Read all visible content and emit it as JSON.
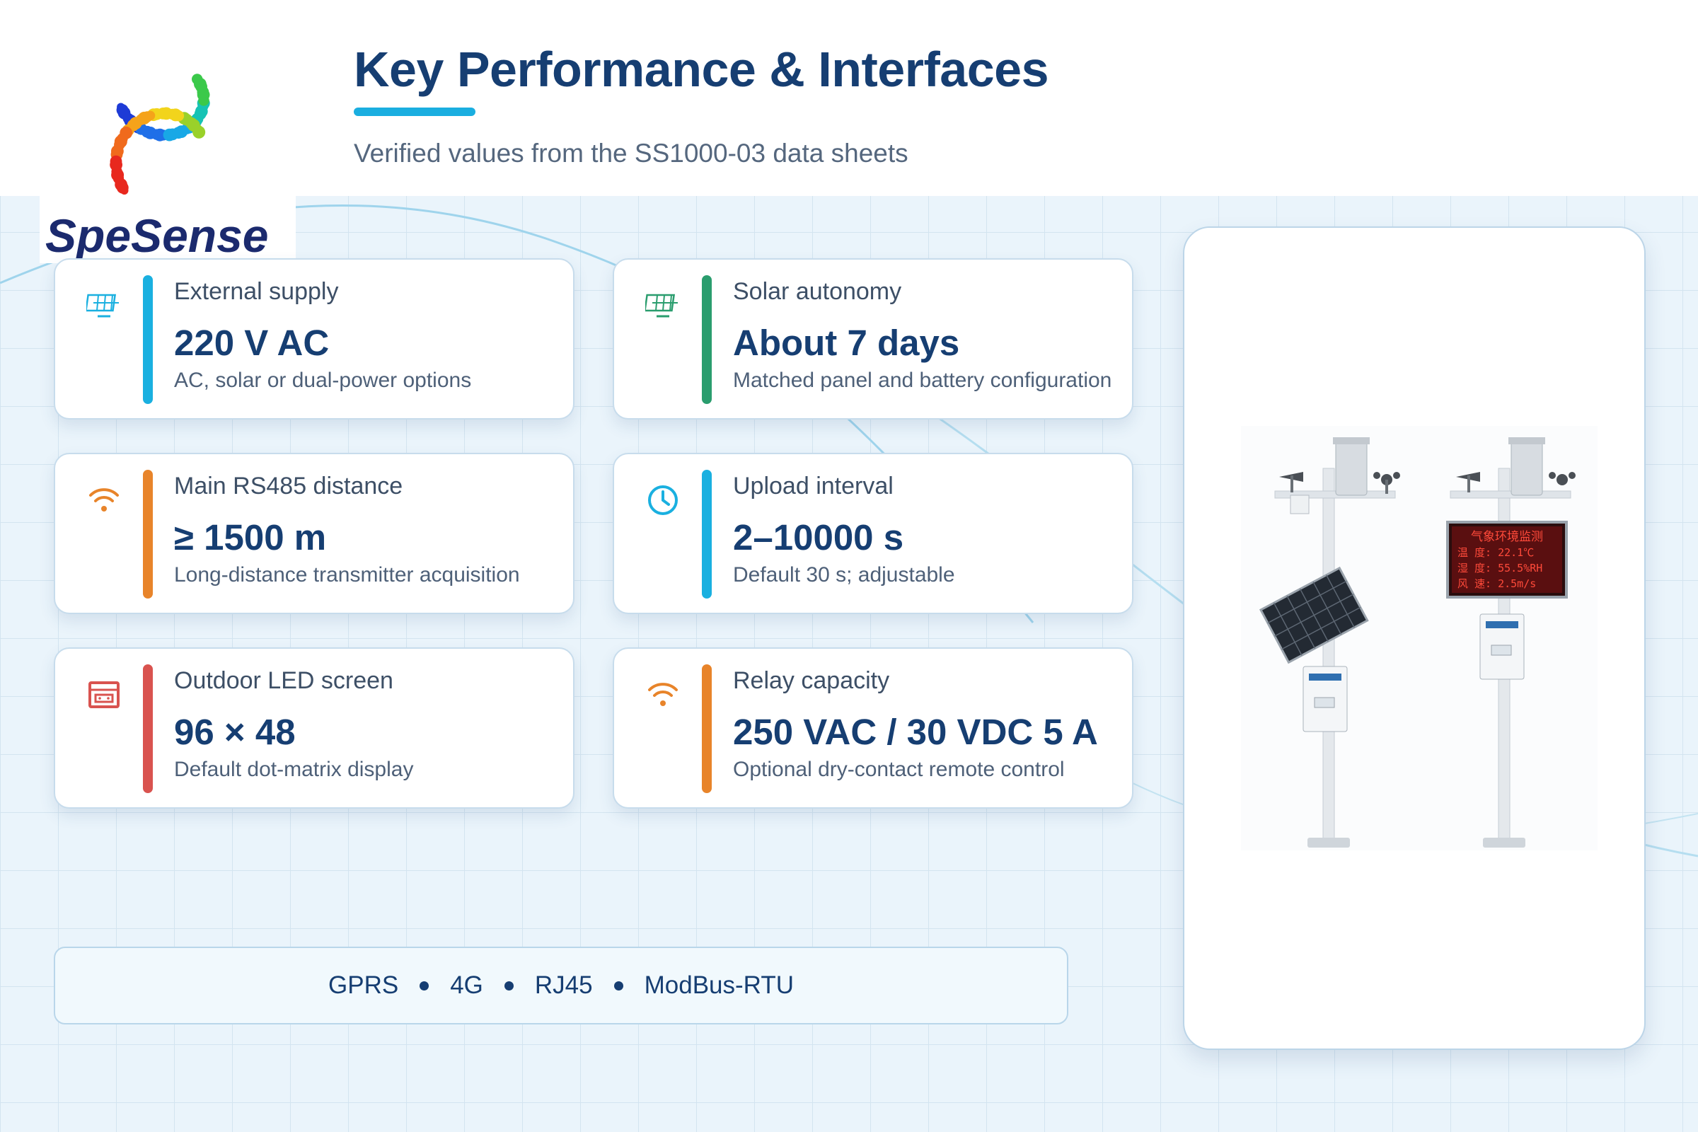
{
  "header": {
    "title": "Key Performance & Interfaces",
    "subtitle": "Verified values from the SS1000-03 data sheets"
  },
  "logo": {
    "brand_text": "SpeSense"
  },
  "cards": [
    {
      "icon": "solar-panel-icon",
      "accent": "#1ab0e0",
      "label": "External supply",
      "value": "220 V AC",
      "note": "AC, solar or dual-power options"
    },
    {
      "icon": "solar-panel-icon",
      "accent": "#2a9d6e",
      "label": "Solar autonomy",
      "value": "About 7 days",
      "note": "Matched panel and battery configuration"
    },
    {
      "icon": "wifi-icon",
      "accent": "#e8842a",
      "label": "Main RS485 distance",
      "value": "≥ 1500 m",
      "note": "Long-distance transmitter acquisition"
    },
    {
      "icon": "clock-icon",
      "accent": "#1ab0e0",
      "label": "Upload interval",
      "value": "2–10000 s",
      "note": "Default 30 s; adjustable"
    },
    {
      "icon": "led-display-icon",
      "accent": "#d9534f",
      "label": "Outdoor LED screen",
      "value": "96 × 48",
      "note": "Default dot-matrix display"
    },
    {
      "icon": "wifi-icon",
      "accent": "#e8842a",
      "label": "Relay capacity",
      "value": "250 VAC / 30 VDC 5 A",
      "note": "Optional dry-contact remote control"
    }
  ],
  "protocols": [
    "GPRS",
    "4G",
    "RJ45",
    "ModBus-RTU"
  ],
  "product_image": {
    "led_lines": [
      "气象环境监测",
      "温 度: 22.1℃",
      "湿 度: 55.5%RH",
      "风 速: 2.5m/s"
    ]
  }
}
